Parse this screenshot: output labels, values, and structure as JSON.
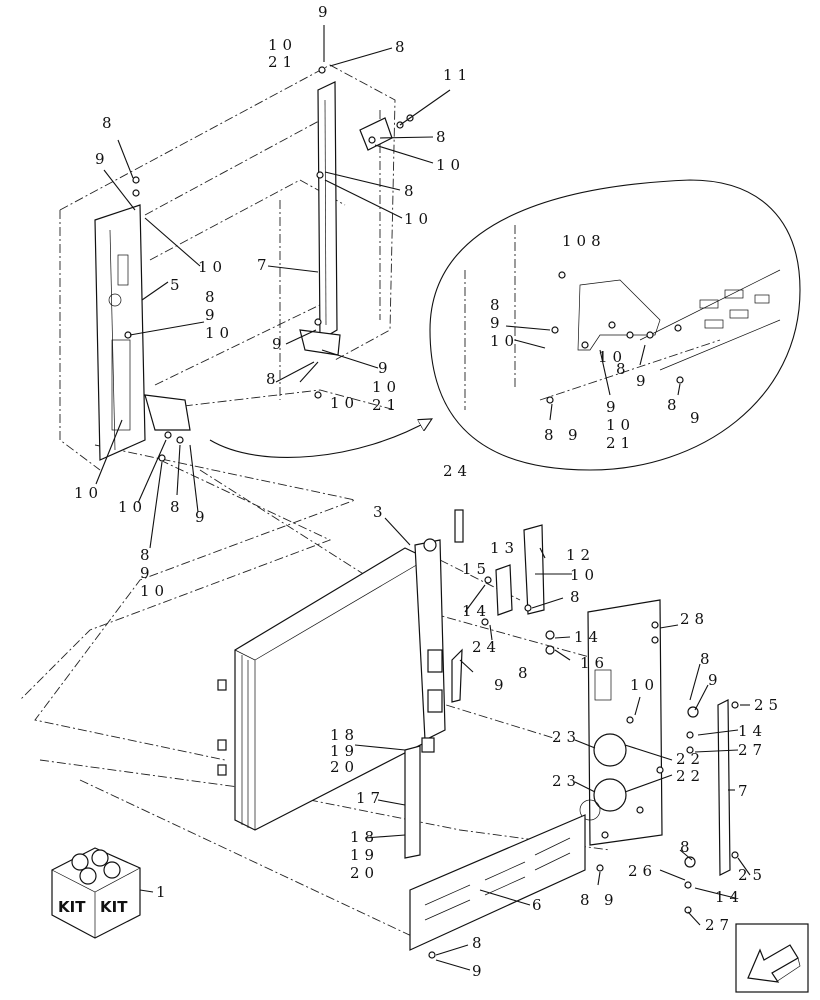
{
  "callouts": [
    {
      "id": "c9a",
      "text": "9"
    },
    {
      "id": "c10a",
      "text": "10"
    },
    {
      "id": "c21a",
      "text": "21"
    },
    {
      "id": "c8a",
      "text": "8"
    },
    {
      "id": "c11",
      "text": "11"
    },
    {
      "id": "c8b",
      "text": "8"
    },
    {
      "id": "c10b",
      "text": "10"
    },
    {
      "id": "c8c",
      "text": "8"
    },
    {
      "id": "c10c",
      "text": "10"
    },
    {
      "id": "c8d",
      "text": "8"
    },
    {
      "id": "c9b",
      "text": "9"
    },
    {
      "id": "c10d",
      "text": "10"
    },
    {
      "id": "c7a",
      "text": "7"
    },
    {
      "id": "c5",
      "text": "5"
    },
    {
      "id": "c8e",
      "text": "8"
    },
    {
      "id": "c9c",
      "text": "9"
    },
    {
      "id": "c10e",
      "text": "10"
    },
    {
      "id": "c9d",
      "text": "9"
    },
    {
      "id": "c9e",
      "text": "9"
    },
    {
      "id": "c8f",
      "text": "8"
    },
    {
      "id": "c10f",
      "text": "10"
    },
    {
      "id": "c10g",
      "text": "10"
    },
    {
      "id": "c21b",
      "text": "21"
    },
    {
      "id": "c10h",
      "text": "10"
    },
    {
      "id": "c10i",
      "text": "10"
    },
    {
      "id": "c8g",
      "text": "8"
    },
    {
      "id": "c9f",
      "text": "9"
    },
    {
      "id": "c8h",
      "text": "8"
    },
    {
      "id": "c9g",
      "text": "9"
    },
    {
      "id": "c10j",
      "text": "10"
    },
    {
      "id": "z108",
      "text": "108"
    },
    {
      "id": "z8a",
      "text": "8"
    },
    {
      "id": "z9a",
      "text": "9"
    },
    {
      "id": "z10a",
      "text": "10"
    },
    {
      "id": "z10b",
      "text": "10"
    },
    {
      "id": "z8b",
      "text": "8"
    },
    {
      "id": "z9b",
      "text": "9"
    },
    {
      "id": "z9c",
      "text": "9"
    },
    {
      "id": "z10c",
      "text": "10"
    },
    {
      "id": "z21",
      "text": "21"
    },
    {
      "id": "z8c",
      "text": "8"
    },
    {
      "id": "z9d",
      "text": "9"
    },
    {
      "id": "z8d",
      "text": "8"
    },
    {
      "id": "z9e",
      "text": "9"
    },
    {
      "id": "c24a",
      "text": "24"
    },
    {
      "id": "c3",
      "text": "3"
    },
    {
      "id": "c13",
      "text": "13"
    },
    {
      "id": "c12",
      "text": "12"
    },
    {
      "id": "c15",
      "text": "15"
    },
    {
      "id": "c10k",
      "text": "10"
    },
    {
      "id": "c8i",
      "text": "8"
    },
    {
      "id": "c14a",
      "text": "14"
    },
    {
      "id": "c14b",
      "text": "14"
    },
    {
      "id": "c16",
      "text": "16"
    },
    {
      "id": "c24b",
      "text": "24"
    },
    {
      "id": "c9h",
      "text": "9"
    },
    {
      "id": "c8j",
      "text": "8"
    },
    {
      "id": "c28",
      "text": "28"
    },
    {
      "id": "c8k",
      "text": "8"
    },
    {
      "id": "c9i",
      "text": "9"
    },
    {
      "id": "c10l",
      "text": "10"
    },
    {
      "id": "c25a",
      "text": "25"
    },
    {
      "id": "c14c",
      "text": "14"
    },
    {
      "id": "c27a",
      "text": "27"
    },
    {
      "id": "c23a",
      "text": "23"
    },
    {
      "id": "c22a",
      "text": "22"
    },
    {
      "id": "c22b",
      "text": "22"
    },
    {
      "id": "c23b",
      "text": "23"
    },
    {
      "id": "c7b",
      "text": "7"
    },
    {
      "id": "c18a",
      "text": "18"
    },
    {
      "id": "c19a",
      "text": "19"
    },
    {
      "id": "c20a",
      "text": "20"
    },
    {
      "id": "c17",
      "text": "17"
    },
    {
      "id": "c18b",
      "text": "18"
    },
    {
      "id": "c19b",
      "text": "19"
    },
    {
      "id": "c20b",
      "text": "20"
    },
    {
      "id": "c8l",
      "text": "8"
    },
    {
      "id": "c26",
      "text": "26"
    },
    {
      "id": "c25b",
      "text": "25"
    },
    {
      "id": "c14d",
      "text": "14"
    },
    {
      "id": "c27b",
      "text": "27"
    },
    {
      "id": "c6",
      "text": "6"
    },
    {
      "id": "c8m",
      "text": "8"
    },
    {
      "id": "c9j",
      "text": "9"
    },
    {
      "id": "c8n",
      "text": "8"
    },
    {
      "id": "c9k",
      "text": "9"
    },
    {
      "id": "c1",
      "text": "1"
    }
  ],
  "kit_box": {
    "label_left": "KIT",
    "label_right": "KIT"
  },
  "nav": {
    "icon": "arrow-left-down-icon"
  }
}
